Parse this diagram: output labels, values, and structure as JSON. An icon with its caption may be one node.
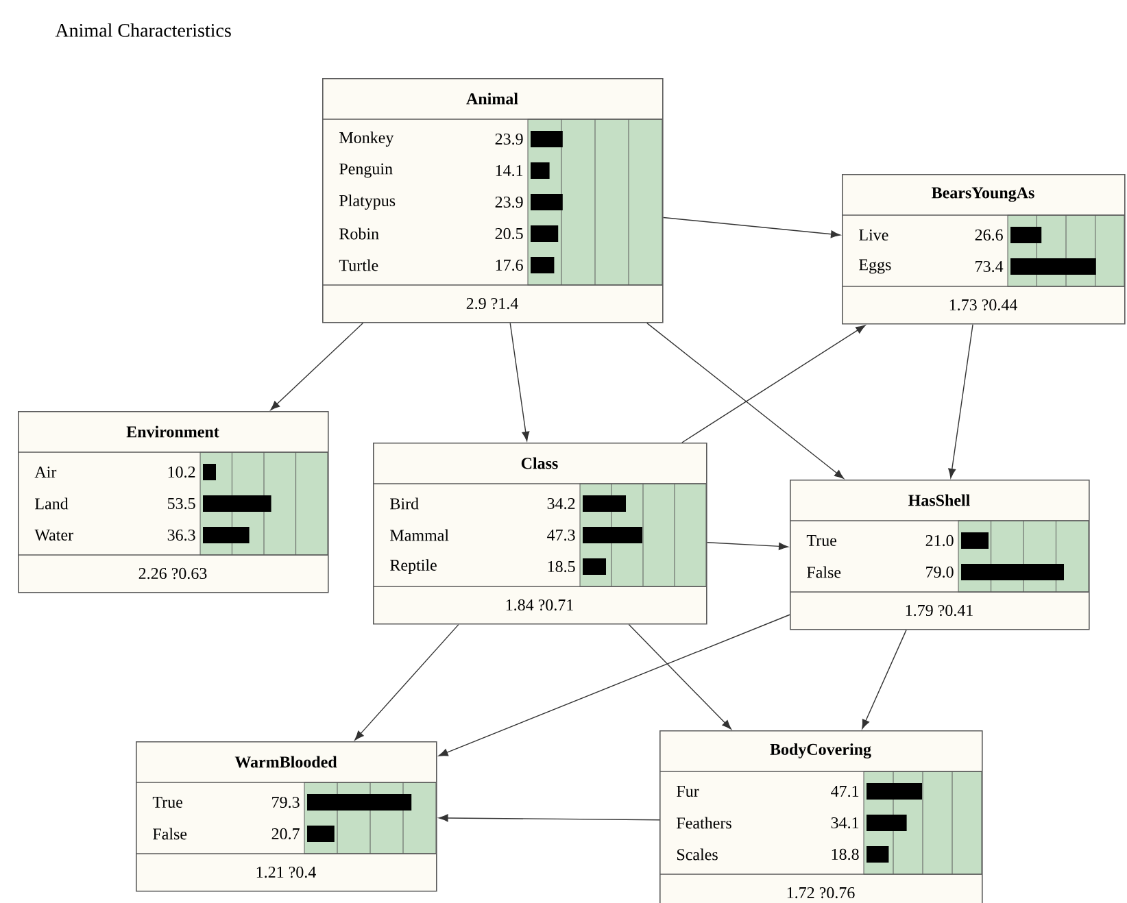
{
  "diagram": {
    "title": "Animal Characteristics",
    "nodes": [
      {
        "text": [
          "Animal",
          "Monkey",
          "23.9",
          "Penguin",
          "14.1",
          "Platypus",
          "23.9",
          "Robin",
          "20.5",
          "Turtle",
          "17.6",
          "2.9 ?1.4"
        ]
      },
      {
        "text": [
          "BearsYoungAs",
          "Live",
          "26.6",
          "Eggs",
          "73.4",
          "1.73 ?0.44"
        ]
      },
      {
        "text": [
          "Environment",
          "Air",
          "10.2",
          "Land",
          "53.5",
          "Water",
          "36.3",
          "2.26 ?0.63"
        ]
      },
      {
        "text": [
          "Class",
          "Bird",
          "34.2",
          "Mammal",
          "47.3",
          "Reptile",
          "18.5",
          "1.84 ?0.71"
        ]
      },
      {
        "text": [
          "HasShell",
          "True",
          "21.0",
          "False",
          "79.0",
          "1.79 ?0.41"
        ]
      },
      {
        "text": [
          "WarmBlooded",
          "True",
          "79.3",
          "False",
          "20.7",
          "1.21 ?0.4"
        ]
      },
      {
        "text": [
          "BodyCovering",
          "Fur",
          "47.1",
          "Feathers",
          "34.1",
          "Scales",
          "18.8",
          "1.72 ?0.76"
        ]
      }
    ],
    "edges": [
      {
        "from": 0,
        "to": 1,
        "arrow": "to"
      },
      {
        "from": 0,
        "to": 2,
        "arrow": "to"
      },
      {
        "from": 0,
        "to": 3,
        "arrow": "to"
      },
      {
        "from": 0,
        "to": 4,
        "arrow": "to"
      },
      {
        "from": 3,
        "to": 1,
        "arrow": "to"
      },
      {
        "from": 3,
        "to": 4,
        "arrow": "to"
      },
      {
        "from": 1,
        "to": 4,
        "arrow": "to"
      },
      {
        "from": 3,
        "to": 5,
        "arrow": "to"
      },
      {
        "from": 3,
        "to": 6,
        "arrow": "to"
      },
      {
        "from": 4,
        "to": 5,
        "arrow": "to"
      },
      {
        "from": 4,
        "to": 6,
        "arrow": "to"
      },
      {
        "from": 6,
        "to": 5,
        "arrow": "to"
      }
    ]
  }
}
